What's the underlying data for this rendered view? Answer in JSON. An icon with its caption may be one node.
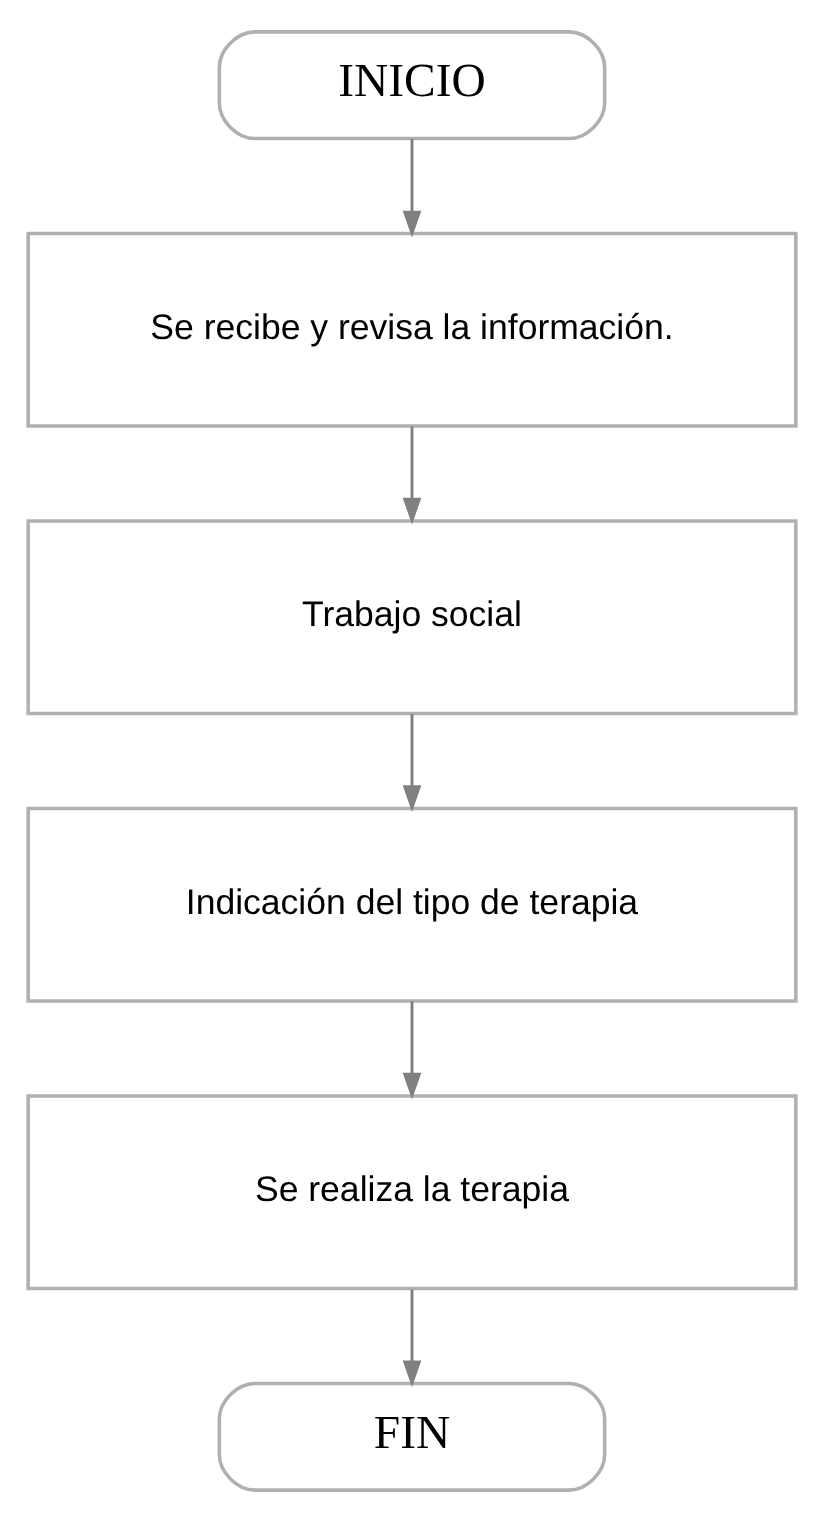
{
  "diagram": {
    "nodes": [
      {
        "text": [
          "INICIO"
        ]
      },
      {
        "text": [
          "Se recibe y revisa la información."
        ]
      },
      {
        "text": [
          "Trabajo social"
        ]
      },
      {
        "text": [
          "Indicación del tipo de terapia"
        ]
      },
      {
        "text": [
          "Se realiza la terapia"
        ]
      },
      {
        "text": [
          "FIN"
        ]
      }
    ],
    "edges": [
      {
        "from": 0,
        "to": 1,
        "arrow": "to"
      },
      {
        "from": 1,
        "to": 2,
        "arrow": "to"
      },
      {
        "from": 2,
        "to": 3,
        "arrow": "to"
      },
      {
        "from": 3,
        "to": 4,
        "arrow": "to"
      },
      {
        "from": 4,
        "to": 5,
        "arrow": "to"
      }
    ]
  }
}
